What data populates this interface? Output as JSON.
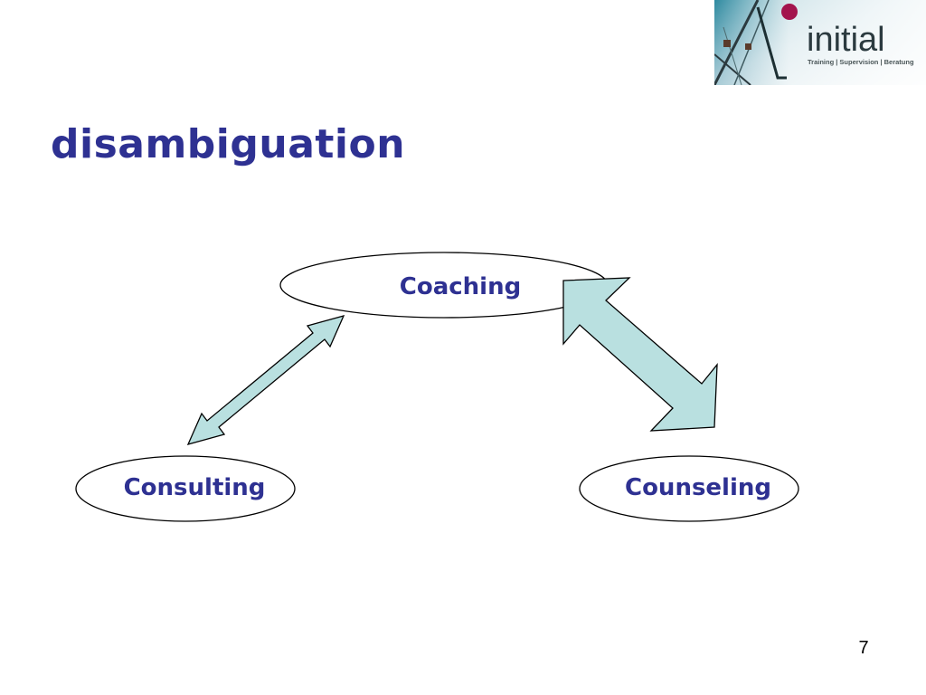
{
  "slide": {
    "title": "disambiguation",
    "page_number": "7"
  },
  "logo": {
    "wordmark": "initial",
    "tagline": "Training | Supervision | Beratung"
  },
  "diagram": {
    "nodes": [
      {
        "id": "coaching",
        "label": "Coaching"
      },
      {
        "id": "consulting",
        "label": "Consulting"
      },
      {
        "id": "counseling",
        "label": "Counseling"
      }
    ],
    "edges": [
      {
        "from": "consulting",
        "to": "coaching",
        "type": "double-arrow",
        "weight": "thin"
      },
      {
        "from": "coaching",
        "to": "counseling",
        "type": "double-arrow",
        "weight": "thick"
      }
    ],
    "colors": {
      "text": "#2e3192",
      "arrow_fill": "#b9e0e0",
      "outline": "#000000",
      "logo_accent": "#a3144d"
    }
  }
}
